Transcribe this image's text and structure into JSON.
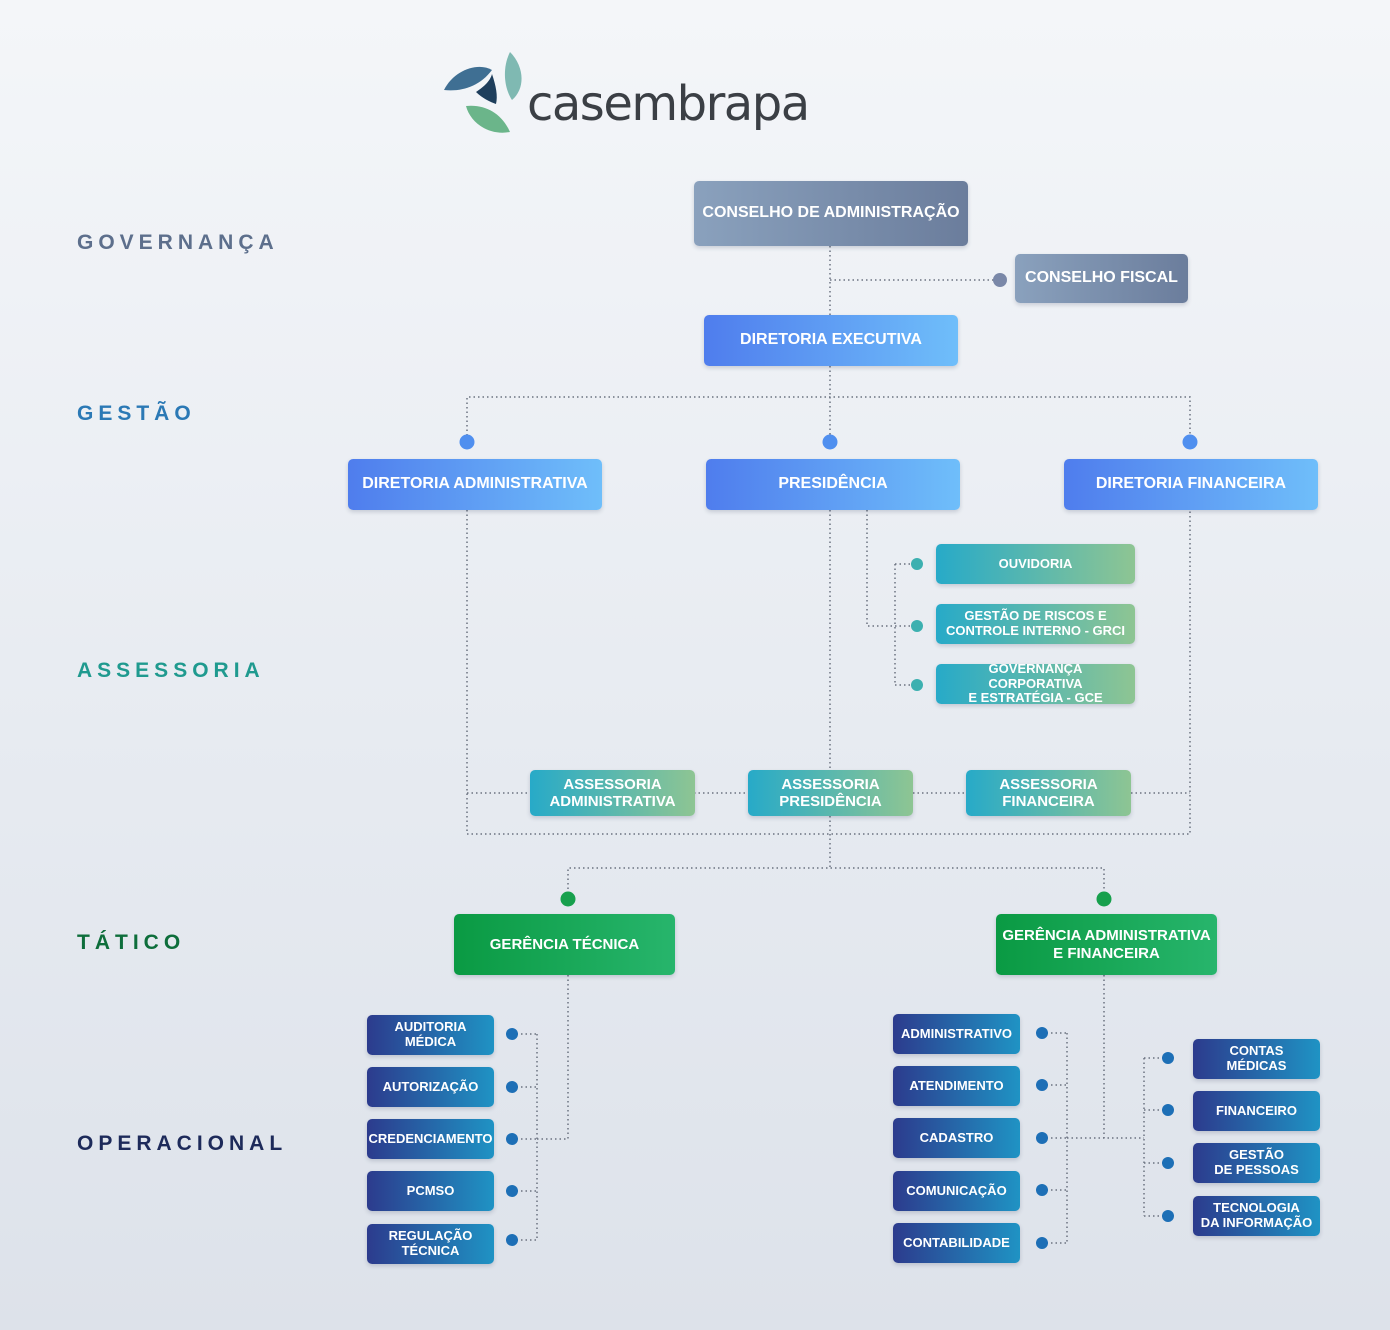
{
  "logo": {
    "text": "casembrapa"
  },
  "levels": {
    "governanca": "GOVERNANÇA",
    "gestao": "GESTÃO",
    "assessoria": "ASSESSORIA",
    "tatico": "TÁTICO",
    "operacional": "OPERACIONAL"
  },
  "colors": {
    "governanca": "#5d6f8c",
    "gestao": "#2b79b5",
    "assessoria": "#1f9a8f",
    "tatico": "#0e6e3b",
    "operacional": "#1d2a5a",
    "connector": "#6b7280"
  },
  "governanca": {
    "conselho_admin": "CONSELHO DE ADMINISTRAÇÃO",
    "conselho_fiscal": "CONSELHO FISCAL"
  },
  "gestao": {
    "diretoria_executiva": "DIRETORIA EXECUTIVA",
    "diretoria_administrativa": "DIRETORIA ADMINISTRATIVA",
    "presidencia": "PRESIDÊNCIA",
    "diretoria_financeira": "DIRETORIA FINANCEIRA"
  },
  "assessoria": {
    "ouvidoria": "OUVIDORIA",
    "grci": "GESTÃO DE RISCOS E\nCONTROLE INTERNO - GRCI",
    "gce": "GOVERNANÇA CORPORATIVA\nE ESTRATÉGIA - GCE",
    "ass_administrativa": "ASSESSORIA\nADMINISTRATIVA",
    "ass_presidencia": "ASSESSORIA\nPRESIDÊNCIA",
    "ass_financeira": "ASSESSORIA\nFINANCEIRA"
  },
  "tatico": {
    "gerencia_tecnica": "GERÊNCIA TÉCNICA",
    "gerencia_adm_fin": "GERÊNCIA ADMINISTRATIVA\nE FINANCEIRA"
  },
  "operacional": {
    "tecnica": [
      "AUDITORIA\nMÉDICA",
      "AUTORIZAÇÃO",
      "CREDENCIAMENTO",
      "PCMSO",
      "REGULAÇÃO\nTÉCNICA"
    ],
    "adm_fin_left": [
      "ADMINISTRATIVO",
      "ATENDIMENTO",
      "CADASTRO",
      "COMUNICAÇÃO",
      "CONTABILIDADE"
    ],
    "adm_fin_right": [
      "CONTAS\nMÉDICAS",
      "FINANCEIRO",
      "GESTÃO\nDE PESSOAS",
      "TECNOLOGIA\nDA INFORMAÇÃO"
    ]
  }
}
